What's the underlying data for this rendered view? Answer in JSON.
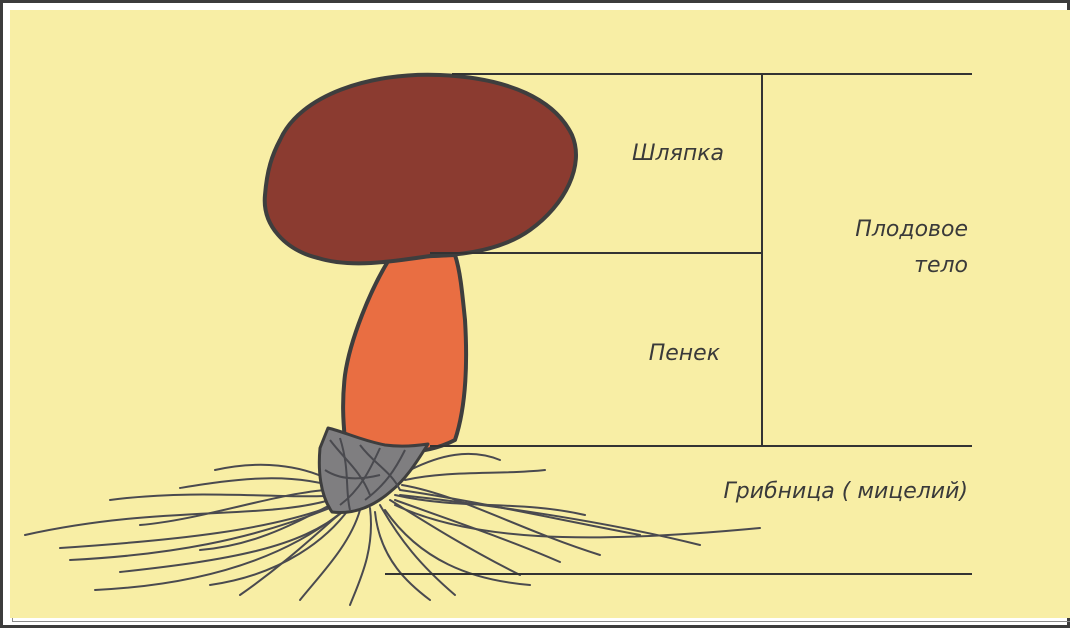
{
  "diagram": {
    "labels": {
      "cap": "Шляпка",
      "stem": "Пенек",
      "fruit_body_line1": "Плодовое",
      "fruit_body_line2": "тело",
      "mycelium": "Грибница ( мицелий)"
    },
    "colors": {
      "background": "#f8eea5",
      "cap": "#8b3b30",
      "stem": "#e96e42",
      "base": "#7f7e80",
      "mycelium": "#4a4a4f",
      "outline": "#3e3e3e",
      "lines": "#333333"
    }
  }
}
